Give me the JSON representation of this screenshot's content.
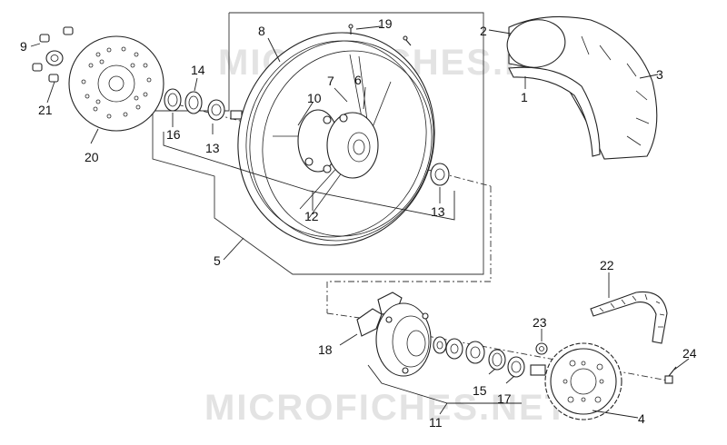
{
  "watermark": "MICROFICHES.NET",
  "callouts": {
    "c1": "1",
    "c2": "2",
    "c3": "3",
    "c4": "4",
    "c5": "5",
    "c6": "6",
    "c7": "7",
    "c8": "8",
    "c9": "9",
    "c10": "10",
    "c11": "11",
    "c12a": "12",
    "c13a": "13",
    "c13b": "13",
    "c14": "14",
    "c15": "15",
    "c16": "16",
    "c17": "17",
    "c18": "18",
    "c19": "19",
    "c20": "20",
    "c21": "21",
    "c22": "22",
    "c23": "23",
    "c24": "24"
  }
}
